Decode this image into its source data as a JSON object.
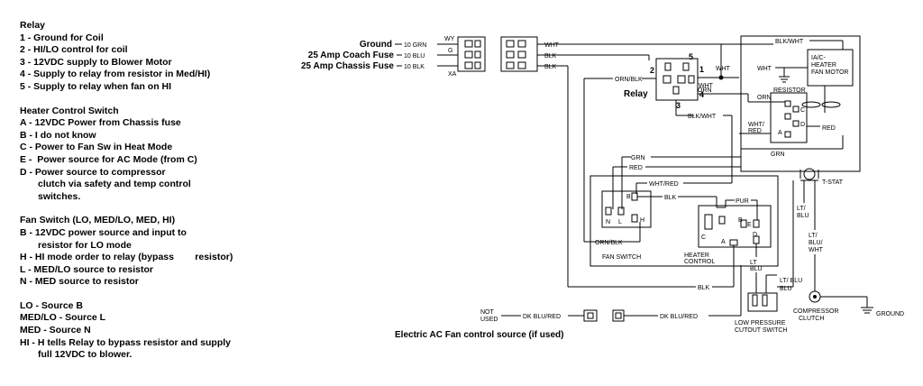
{
  "legend": {
    "relay": {
      "title": "Relay",
      "items": [
        "1 - Ground for Coil",
        "2 - HI/LO control for coil",
        "3 - 12VDC supply to Blower Motor",
        "4 - Supply to relay from resistor in Med/HI)",
        "5 - Supply to relay when fan on HI"
      ]
    },
    "heater": {
      "title": "Heater Control Switch",
      "items": [
        "A - 12VDC Power from Chassis fuse",
        "B - I do not know",
        "C - Power to Fan Sw in Heat Mode",
        "E -  Power source for AC Mode (from C)",
        "D - Power source to compressor",
        "clutch via safety and temp control",
        "switches."
      ]
    },
    "fan": {
      "title": "Fan Switch (LO, MED/LO, MED, HI)",
      "items": [
        "B - 12VDC power source and input to",
        "resistor for LO mode",
        "H - HI mode order to relay (bypass        resistor)",
        "L - MED/LO source to resistor",
        "N - MED source to resistor"
      ]
    },
    "sources": {
      "items": [
        "LO - Source B",
        "MED/LO - Source L",
        "MED - Source N",
        "HI - H tells Relay to bypass resistor and supply",
        "full 12VDC to blower."
      ]
    }
  },
  "fuses": {
    "ground": "Ground",
    "coach": "25 Amp Coach Fuse",
    "chassis": "25 Amp Chassis Fuse",
    "g10a": "10 GRN",
    "g10b": "10 BLU",
    "g10c": "10 BLK",
    "pin_wy": "WY",
    "pin_g": "G",
    "pin_xa": "XA"
  },
  "wires": {
    "wht": "WHT",
    "blk": "BLK",
    "blk_wht": "BLK/WHT",
    "orn_blk": "ORN/BLK",
    "orn": "ORN",
    "wht_red": "WHT/RED",
    "red": "RED",
    "grn": "GRN",
    "pur": "PUR",
    "lt_blu": "LT BLU",
    "lt_slash_blu": "LT/ BLU",
    "lt_blu_wht": "LT/ BLU/ WHT",
    "dk_blu_red": "DK BLU/RED"
  },
  "relay": {
    "label": "Relay",
    "p1": "1",
    "p2": "2",
    "p3": "3",
    "p4": "4",
    "p5": "5"
  },
  "motor": {
    "label": "IA/C-HEATER FAN MOTOR",
    "line1": "IA/C-",
    "line2": "HEATER",
    "line3": "FAN MOTOR"
  },
  "resistor": {
    "label": "RESISTOR"
  },
  "fan_switch": {
    "label": "FAN SWITCH",
    "n": "N",
    "l": "L",
    "h": "H",
    "b": "B"
  },
  "heater_control": {
    "line1": "HEATER",
    "line2": "CONTROL",
    "a": "A",
    "b": "B",
    "c": "C",
    "d": "D",
    "e": "E"
  },
  "tstat": "T-STAT",
  "compressor": {
    "line1": "COMPRESSOR",
    "line2": "CLUTCH"
  },
  "ground_label": "GROUND",
  "low_pressure": {
    "line1": "LOW PRESSURE",
    "line2": "CUTOUT SWITCH"
  },
  "not_used": {
    "line1": "NOT",
    "line2": "USED"
  },
  "caption": "Electric AC Fan control source (if used)"
}
